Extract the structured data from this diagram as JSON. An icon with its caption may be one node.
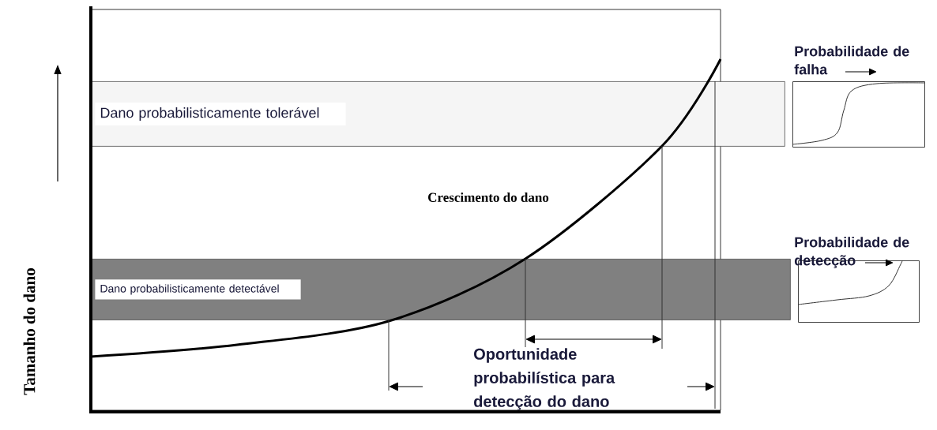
{
  "diagram": {
    "nodes": [
      {
        "text": [
          "Dano probabilisticamente tolerável"
        ]
      },
      {
        "text": [
          "Dano probabilisticamente detectável"
        ]
      },
      {
        "text": [
          "Probabilidade de falha"
        ]
      },
      {
        "text": [
          "Probabilidade de detecção"
        ]
      }
    ],
    "labels": [
      "Tamanho do dano",
      "Crescimento do dano",
      "Oportunidade probabilística para detecção do dano"
    ]
  }
}
